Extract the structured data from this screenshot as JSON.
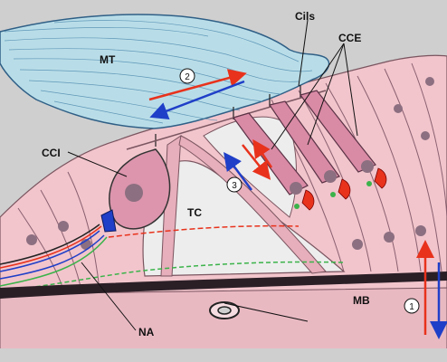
{
  "labels": {
    "mt": "MT",
    "cils": "Cils",
    "cce": "CCE",
    "cci": "CCI",
    "tc": "TC",
    "mb": "MB",
    "na": "NA"
  },
  "markers": {
    "one": "1",
    "two": "2",
    "three": "3"
  },
  "colors": {
    "background": "#cfcfcf",
    "tectorial_membrane": "#b9dde8",
    "tissue": "#f2c5cc",
    "cell_nucleus": "#8c6f80",
    "outer_hair_cell": "#d98aa5",
    "arrow_red": "#e8321c",
    "arrow_blue": "#1f3fc8",
    "basilar_membrane": "#2b1f26"
  }
}
